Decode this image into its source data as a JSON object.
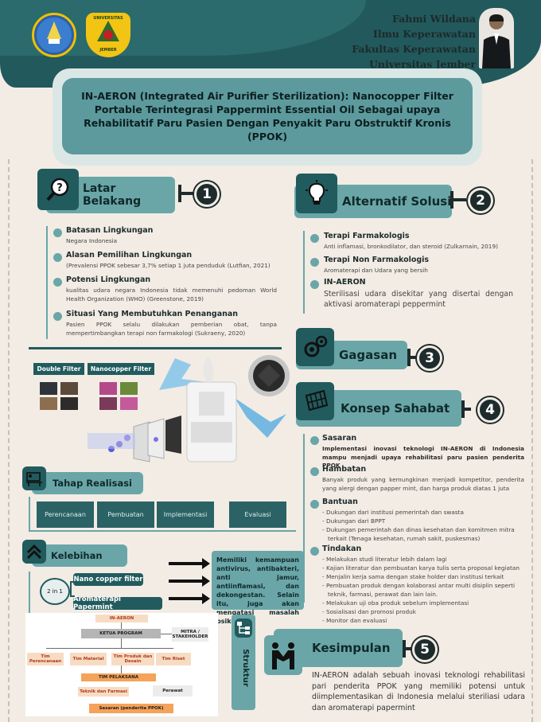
{
  "author": {
    "name": "Fahmi Wildana",
    "program": "Ilmu Keperawatan",
    "faculty": "Fakultas Keperawatan",
    "university": "Universitas Jember"
  },
  "logos": {
    "jember_text_top": "UNIVERSITAS",
    "jember_text_bottom": "JEMBER"
  },
  "title": "IN-AERON (Integrated Air Purifier Sterilization): Nanocopper Filter Portable Terintegrasi Pappermint Essential Oil Sebagai upaya Rehabilitatif Paru Pasien Dengan Penyakit Paru Obstruktif Kronis (PPOK)",
  "latar": {
    "heading": "Latar Belakang",
    "number": "1",
    "items": [
      {
        "title": "Batasan Lingkungan",
        "body": "Negara Indonesia"
      },
      {
        "title": "Alasan Pemilihan Lingkungan",
        "body": "(Prevalensi PPOK sebesar 3,7% setiap 1 juta penduduk (Lutfian, 2021)"
      },
      {
        "title": "Potensi Lingkungan",
        "body": "kualitas udara negara Indonesia tidak memenuhi pedoman World Health Organization (WHO) (Greenstone, 2019)"
      },
      {
        "title": "Situasi Yang Membutuhkan Penanganan",
        "body": "Pasien PPOK selalu dilakukan pemberian obat, tanpa mempertimbangkan terapi non farmakologi (Sukraeny, 2020)"
      }
    ]
  },
  "alternatif": {
    "heading": "Alternatif Solusi",
    "number": "2",
    "items": [
      {
        "title": "Terapi Farmakologis",
        "body": "Anti inflamasi, bronkodilator, dan steroid (Zulkarnain, 2019)"
      },
      {
        "title": "Terapi Non Farmakologis",
        "body": "Aromaterapi dan Udara yang bersih"
      },
      {
        "title": "IN-AERON",
        "body": "Sterilisasi udara disekitar yang disertai dengan aktivasi aromaterapi peppermint"
      }
    ]
  },
  "filters": {
    "double": "Double Filter",
    "nano": "Nanocopper Filter"
  },
  "gagasan": {
    "heading": "Gagasan",
    "number": "3"
  },
  "konsep": {
    "heading": "Konsep Sahabat",
    "number": "4",
    "sasaran": {
      "title": "Sasaran",
      "body": "Implementasi inovasi teknologi IN-AERON di Indonesia mampu menjadi upaya rehabilitasi paru pasien penderita PPOK"
    },
    "hambatan": {
      "title": "Hambatan",
      "body": "Banyak produk yang kemungkinan menjadi kompetitor, penderita yang alergi dengan papper mint, dan harga produk diatas 1 juta"
    },
    "bantuan": {
      "title": "Bantuan",
      "lines": [
        "- Dukungan dari institusi pemerintah dan swasta",
        "- Dukungan dari BPPT",
        "- Dukungan pemerintah dan dinas kesehatan dan komitmen mitra",
        "  terkait (Tenaga kesehatan, rumah sakit, puskesmas)"
      ]
    },
    "tindakan": {
      "title": "Tindakan",
      "lines": [
        "- Melakukan studi literatur lebih dalam lagi",
        "- Kajian literatur dan pembuatan karya tulis serta proposal kegiatan",
        "- Menjalin kerja sama dengan stake holder dan institusi terkait",
        "- Pembuatan produk dengan kolaborasi antar multi disiplin seperti",
        "  teknik, farmasi, perawat dan lain lain.",
        "- Melakukan uji oba produk sebelum implementasi",
        "- Sosialisasi dan promosi produk",
        "- Monitor dan evaluasi"
      ]
    }
  },
  "tahap": {
    "heading": "Tahap Realisasi",
    "stages": [
      "Perencanaan",
      "Pembuatan",
      "Implementasi",
      "Evaluasi"
    ]
  },
  "kelebihan": {
    "heading": "Kelebihan",
    "two_in_one": "2 in 1",
    "nano": "Nano copper filter",
    "aroma": "Aromaterapi Papermint",
    "description": "Memiliki kemampuan antivirus, antibakteri, anti jamur, antiinflamasi, dan dekongestan. Selain itu, juga akan mengatasi masalah psikologis"
  },
  "struktur": {
    "label": "Struktur",
    "org": {
      "root": "IN-AERON",
      "ketua": "KETUA PROGRAM",
      "mitra": "MITRA / STAKEHOLDER",
      "tims": [
        "Tim Perencanaan",
        "Tim Material",
        "Tim Produk dan Desain",
        "Tim Riset"
      ],
      "pelaksana": "TIM PELAKSANA",
      "teknik": "Teknik dan Farmasi",
      "perawat": "Perawat",
      "sasaran": "Sasaran (penderita PPOK)"
    }
  },
  "kesimpulan": {
    "heading": "Kesimpulan",
    "number": "5",
    "body": "IN-AERON adalah sebuah inovasi teknologi rehabilitasi pari penderita PPOK yang memiliki potensi untuk diimplementasikan di Indonesia melalui steriliasi udara dan aromaterapi papermint"
  },
  "colors": {
    "primary": "#215b5e",
    "accent": "#6aa6a8",
    "background": "#f2ece4",
    "dark": "#1e2b2c"
  }
}
